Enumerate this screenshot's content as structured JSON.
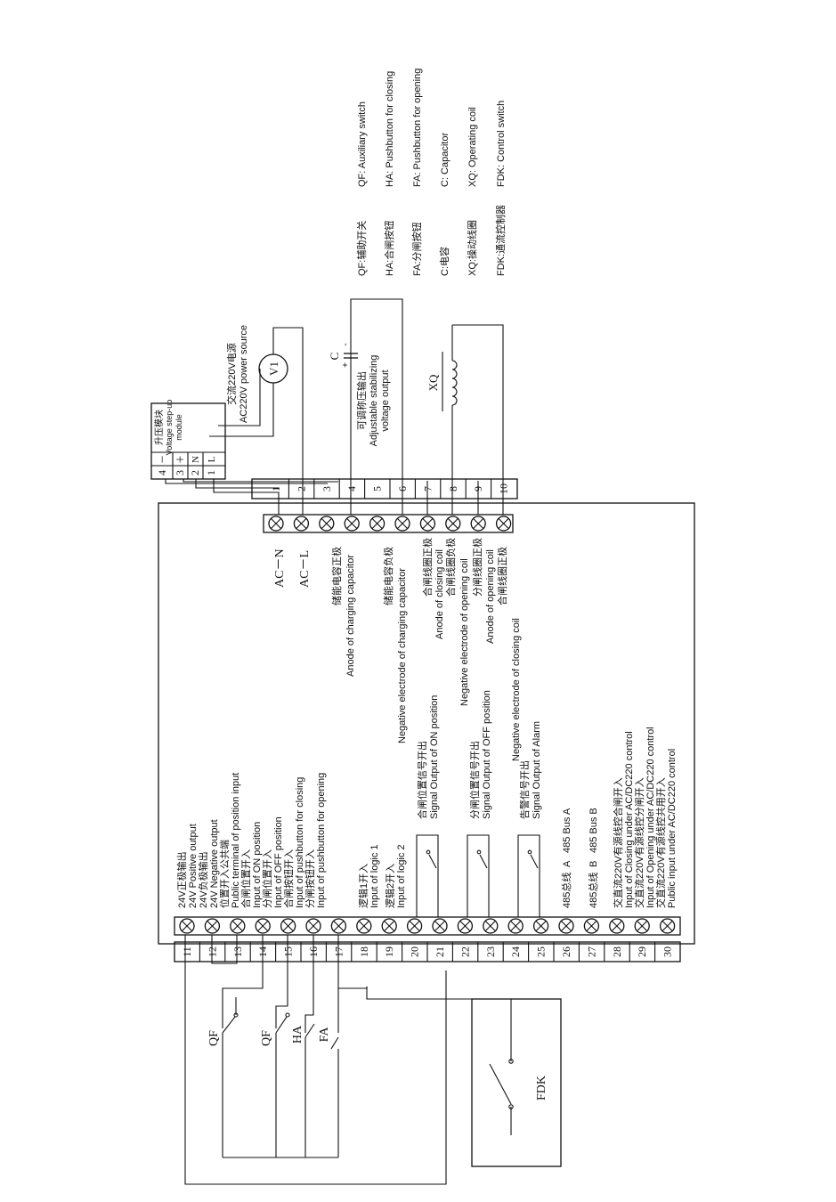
{
  "legend": [
    {
      "cn": "QF:辅助开关",
      "en": "QF: Auxiliary switch"
    },
    {
      "cn": "HA:合闸按钮",
      "en": "HA: Pushbutton for closing"
    },
    {
      "cn": "FA:分闸按钮",
      "en": "FA: Pushbutton for opening"
    },
    {
      "cn": "C:电容",
      "en": "C: Capacitor"
    },
    {
      "cn": "XQ:操动线圈",
      "en": "XQ: Operating coil"
    },
    {
      "cn": "FDK:通流控制器",
      "en": "FDK: Control switch"
    }
  ],
  "module": {
    "name_cn": "升压模块",
    "name_en_1": "Voltage step-up",
    "name_en_2": "module",
    "pins": [
      {
        "num": "4",
        "sign": "－"
      },
      {
        "num": "3",
        "sign": "＋"
      },
      {
        "num": "2",
        "sign": "N"
      },
      {
        "num": "1",
        "sign": "L"
      }
    ]
  },
  "power": {
    "meter": "V1",
    "cn": "交流220V电源",
    "en": "AC220V power source"
  },
  "capacitor_label": "C",
  "capacitor_signs": {
    "plus": "+",
    "minus": "-"
  },
  "coil_label": "XQ",
  "output": {
    "cn": "可调称压输出",
    "en_1": "Adjustable stabilizing",
    "en_2": "voltage output"
  },
  "top_terminals": [
    {
      "num": "1",
      "label": "AC－N"
    },
    {
      "num": "2",
      "label": "AC－L"
    },
    {
      "num": "3",
      "cn": "储能电容正极",
      "en": "Anode of charging capacitor"
    },
    {
      "num": "4"
    },
    {
      "num": "5",
      "cn": "储能电容负极",
      "en": "Negative electrode of charging capacitor"
    },
    {
      "num": "6"
    },
    {
      "num": "7",
      "cn": "合闸线圈正极",
      "en": "Anode of closing coil"
    },
    {
      "num": "8",
      "cn": "合闸线圈负极",
      "en": "Negative electrode of opening coil"
    },
    {
      "num": "9",
      "cn": "分闸线圈正极",
      "en": "Anode of opening coil"
    },
    {
      "num": "10",
      "cn": "合闸线圈正极",
      "en": "Negative electrode of closing coil"
    }
  ],
  "bottom_terminals": [
    {
      "num": "11",
      "cn": "24V正极输出",
      "en": "24V Positive output"
    },
    {
      "num": "12",
      "cn": "24V负极输出",
      "en": "24V Negative output"
    },
    {
      "num": "13",
      "cn": "位置开入公共端",
      "en": "Public terminal of position input"
    },
    {
      "num": "14",
      "cn": "合闸位置开入",
      "en": "Input of ON position"
    },
    {
      "num": "15",
      "cn": "分闸位置开入",
      "en": "Input of OFF position"
    },
    {
      "num": "16",
      "cn": "合闸按钮开入",
      "en": "Input of pushbutton for closing"
    },
    {
      "num": "17",
      "cn": "分闸按钮开入",
      "en": "Input of pushbutton for opening"
    },
    {
      "num": "18",
      "cn": "逻辑1开入",
      "en": "Input of logic 1"
    },
    {
      "num": "19",
      "cn": "逻辑2开入",
      "en": "Input of logic 2"
    },
    {
      "num": "20"
    },
    {
      "num": "21",
      "cn": "合闸位置信号开出",
      "en": "Signal Output of ON position"
    },
    {
      "num": "22"
    },
    {
      "num": "23",
      "cn": "分闸位置信号开出",
      "en": "Signal Output of OFF position"
    },
    {
      "num": "24"
    },
    {
      "num": "25",
      "cn": "告警信号开出",
      "en": "Signal Output of Alarm"
    },
    {
      "num": "26",
      "cn": "485总线",
      "mid": "A",
      "en": "485 Bus A"
    },
    {
      "num": "27",
      "cn": "485总线",
      "mid": "B",
      "en": "485 Bus B"
    },
    {
      "num": "28",
      "cn": "交直流220V有源线控合闸开入",
      "en": "Input of Closing under AC/DC220 control"
    },
    {
      "num": "29",
      "cn": "交直流220V有源线控分闸开入",
      "en": "Input of Opening under AC/DC220 control"
    },
    {
      "num": "30",
      "cn": "交直流220V有源线控共用开入",
      "en": "Public input under AC/DC220 control"
    }
  ],
  "switches": {
    "qf1": "QF",
    "qf2": "QF",
    "ha": "HA",
    "fa": "FA",
    "fdk": "FDK"
  }
}
